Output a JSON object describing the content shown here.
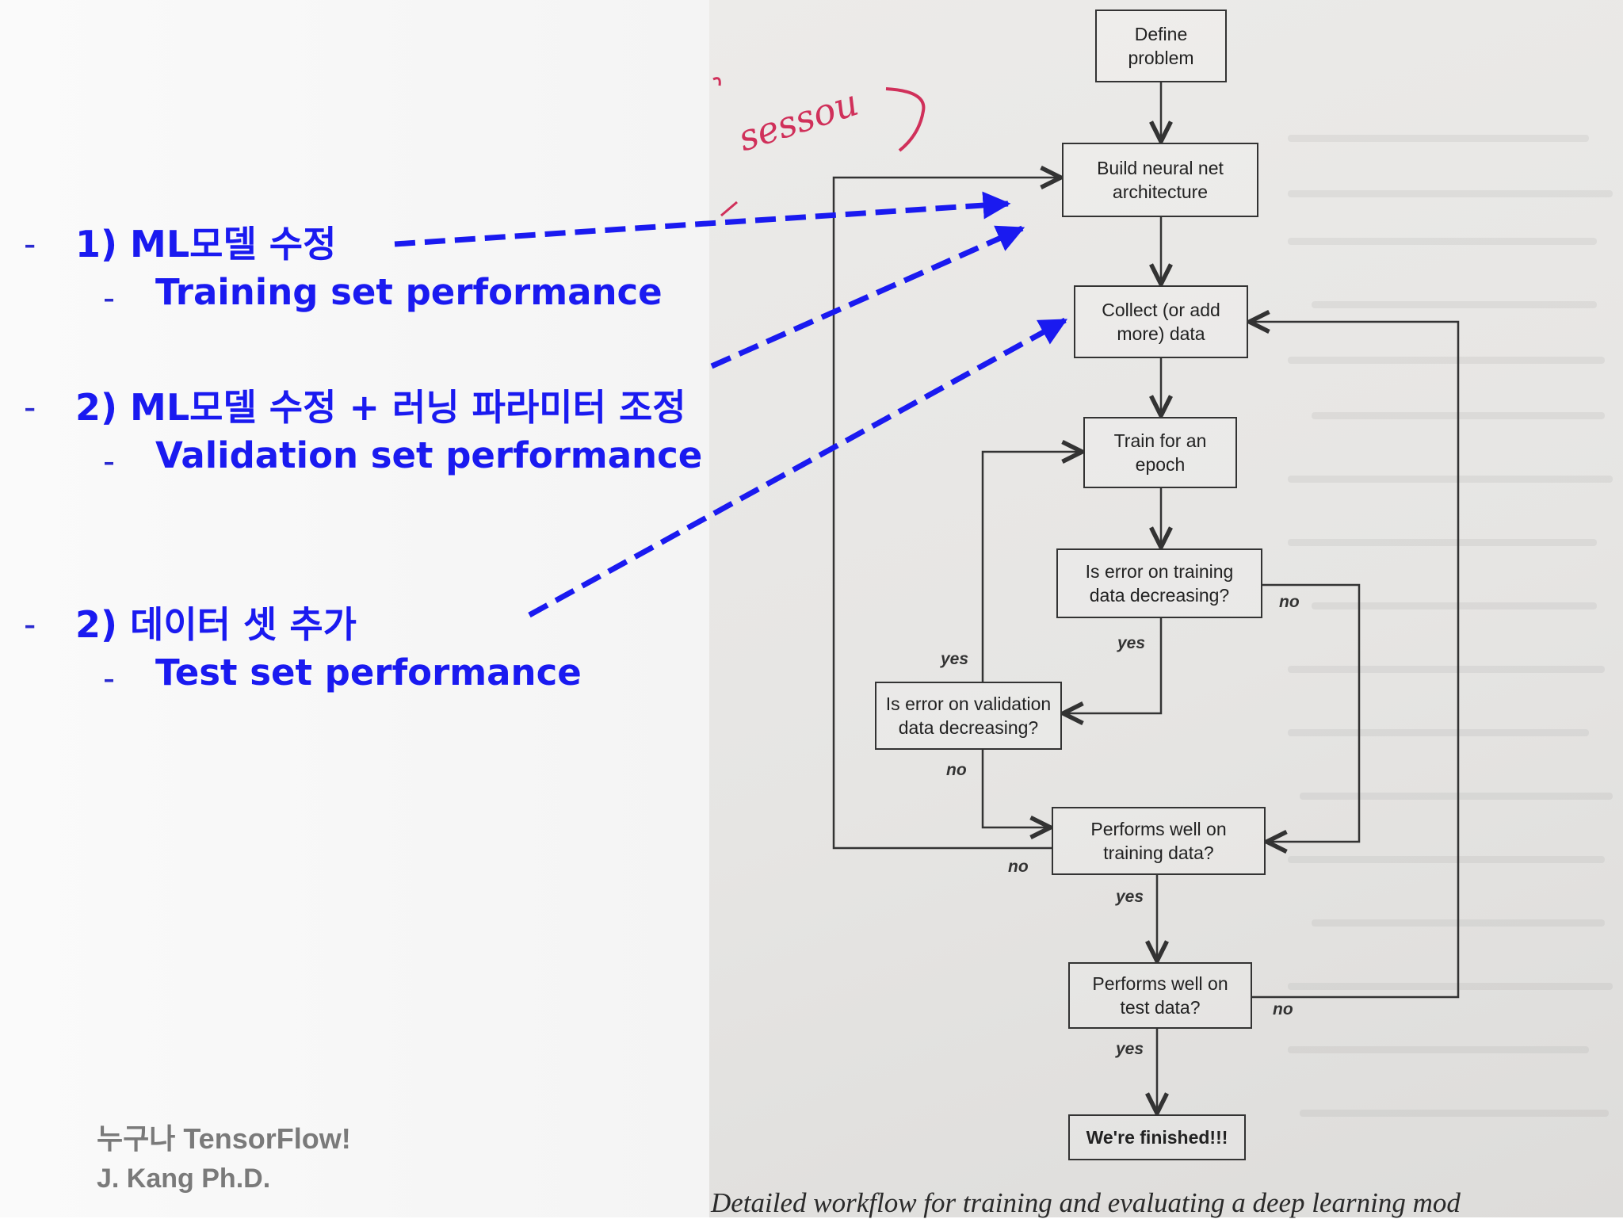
{
  "slide": {
    "items": [
      {
        "marker": "-",
        "text": "1) ML모델 수정",
        "sub_marker": "-",
        "sub": "Training set performance"
      },
      {
        "marker": "-",
        "text": "2) ML모델 수정 + 러닝 파라미터 조정",
        "sub_marker": "-",
        "sub": "Validation set performance"
      },
      {
        "marker": "-",
        "text": "2) 데이터 셋 추가",
        "sub_marker": "-",
        "sub": "Test set performance"
      }
    ],
    "credit_line1": "누구나 TensorFlow!",
    "credit_line2": "J. Kang Ph.D.",
    "annotation_color": "#1a1af0"
  },
  "photo": {
    "handwritten_note": "sessou",
    "caption": "Detailed workflow for training and evaluating a deep learning mod"
  },
  "flowchart": {
    "nodes": {
      "define": "Define\nproblem",
      "build": "Build neural net\narchitecture",
      "collect": "Collect (or add\nmore) data",
      "train": "Train for an\nepoch",
      "train_err": "Is error on training\ndata decreasing?",
      "val_err": "Is error on validation\ndata decreasing?",
      "perf_train": "Performs well on\ntraining data?",
      "perf_test": "Performs well on\ntest data?",
      "finished": "We're finished!!!"
    },
    "labels": {
      "yes": "yes",
      "no": "no"
    }
  }
}
